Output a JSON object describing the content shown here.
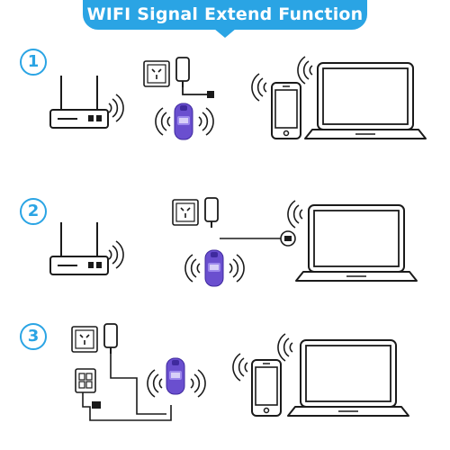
{
  "title": "WIFI Signal Extend Function",
  "steps": [
    "1",
    "2",
    "3"
  ],
  "colors": {
    "accent": "#2aa4e4",
    "device_purple": "#6a4fcf",
    "device_purple_dark": "#3f2a9e",
    "line": "#1a1a1a"
  },
  "icons": [
    "router-icon",
    "wall-outlet-icon",
    "power-adapter-icon",
    "wifi-extender-icon",
    "smartphone-icon",
    "laptop-icon",
    "wifi-signal-icon",
    "ethernet-cable-icon",
    "ethernet-port-icon"
  ]
}
